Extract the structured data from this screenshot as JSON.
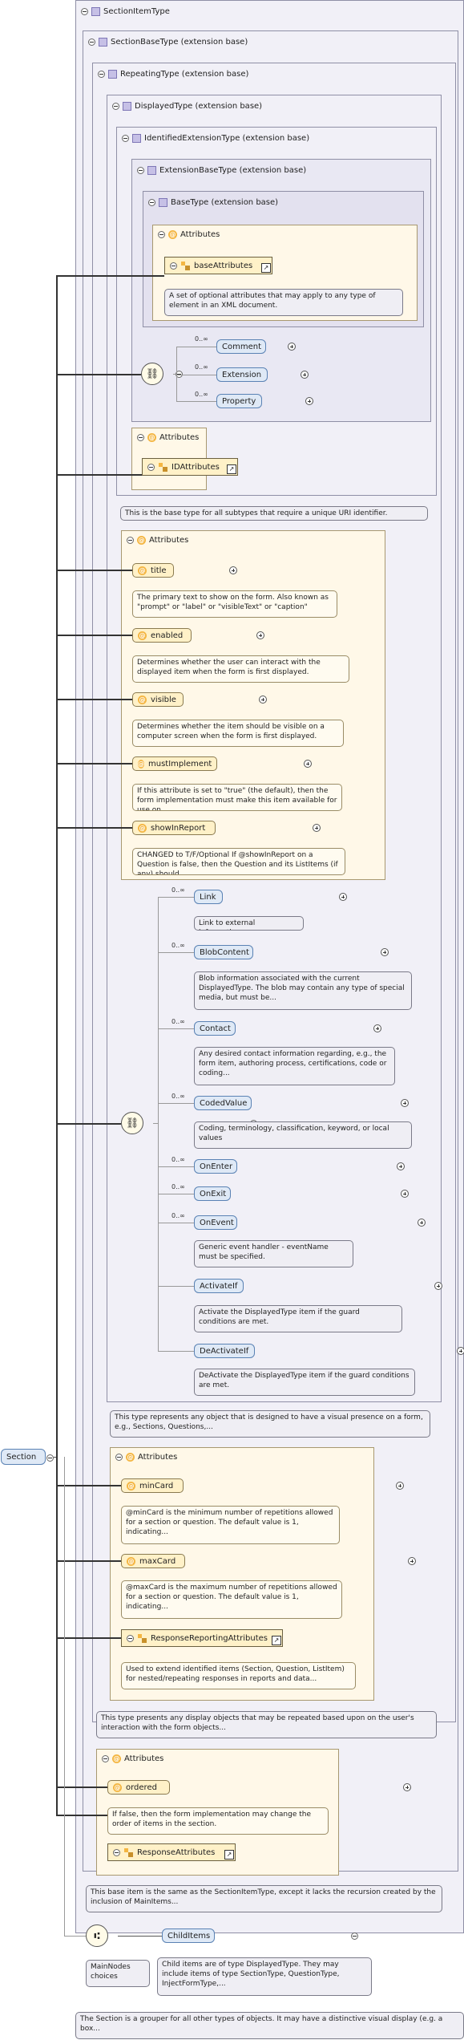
{
  "root": {
    "label": "Section"
  },
  "section_item_type": "SectionItemType",
  "section_base_type": "SectionBaseType (extension base)",
  "repeating_type": "RepeatingType (extension base)",
  "displayed_type": "DisplayedType (extension base)",
  "identified_extension_type": "IdentifiedExtensionType (extension base)",
  "extension_base_type": "ExtensionBaseType (extension base)",
  "base_type": "BaseType (extension base)",
  "attributes_label": "Attributes",
  "base_attributes": {
    "group": "baseAttributes",
    "note": "A set of optional attributes that may apply to any type of element in an XML document."
  },
  "extension_children": [
    {
      "card": "0..∞",
      "name": "Comment"
    },
    {
      "card": "0..∞",
      "name": "Extension"
    },
    {
      "card": "0..∞",
      "name": "Property"
    }
  ],
  "id_attributes": {
    "group": "IDAttributes"
  },
  "identified_note": "This is the base type for all subtypes that require a unique URI identifier.",
  "displayed_attrs": [
    {
      "name": "title",
      "note": "The primary text to show on the form. Also known as \"prompt\" or \"label\" or \"visibleText\" or \"caption\""
    },
    {
      "name": "enabled",
      "note": "Determines whether the user can interact with the displayed item when the form is first displayed."
    },
    {
      "name": "visible",
      "note": "Determines whether the item should be visible on a computer screen when the form is first displayed."
    },
    {
      "name": "mustImplement",
      "note": "If this attribute is set to \"true\" (the default), then the form implementation must make this item available for use on..."
    },
    {
      "name": "showInReport",
      "note": "CHANGED to T/F/Optional If @showInReport on a Question is false, then the Question and its ListItems (if any) should..."
    }
  ],
  "displayed_children": [
    {
      "card": "0..∞",
      "name": "Link",
      "note": "Link to external information."
    },
    {
      "card": "0..∞",
      "name": "BlobContent",
      "note": "Blob information associated with the current DisplayedType. The blob may contain any type of special media, but must be..."
    },
    {
      "card": "0..∞",
      "name": "Contact",
      "note": "Any desired contact information regarding, e.g., the form item, authoring process, certifications, code or coding..."
    },
    {
      "card": "0..∞",
      "name": "CodedValue",
      "note": "Coding, terminology, classification, keyword, or local values"
    },
    {
      "card": "0..∞",
      "name": "OnEnter",
      "note": ""
    },
    {
      "card": "0..∞",
      "name": "OnExit",
      "note": ""
    },
    {
      "card": "0..∞",
      "name": "OnEvent",
      "note": "Generic event handler - eventName must be specified."
    },
    {
      "card": "",
      "name": "ActivateIf",
      "note": "Activate the DisplayedType item if the guard conditions are met."
    },
    {
      "card": "",
      "name": "DeActivateIf",
      "note": "DeActivate the DisplayedType item if the guard conditions are met."
    }
  ],
  "displayed_note": "This type represents any object that is designed to have a visual presence on a form, e.g., Sections, Questions,...",
  "repeating_attrs": [
    {
      "name": "minCard",
      "note": "@minCard is the minimum number of repetitions allowed for a section or question. The default value is 1, indicating..."
    },
    {
      "name": "maxCard",
      "note": "@maxCard is the maximum number of repetitions allowed for a section or question. The default value is 1, indicating..."
    }
  ],
  "response_reporting": {
    "group": "ResponseReportingAttributes",
    "note": "Used to extend identified items (Section, Question, ListItem) for nested/repeating responses in reports and data..."
  },
  "repeating_note": "This type presents any display objects that may be repeated based upon on the user's interaction with the form objects...",
  "section_base_attr": {
    "name": "ordered",
    "note": "If false, then the form implementation may change the order of items in the section."
  },
  "response_attributes": {
    "group": "ResponseAttributes"
  },
  "section_base_note": "This base item is the same as the SectionItemType, except it lacks the recursion created by the inclusion of MainItems...",
  "main_nodes": {
    "choice_label": "MainNodes choices"
  },
  "child_items": {
    "name": "ChildItems",
    "note": "Child items are of type DisplayedType. They may include items of type SectionType, QuestionType, InjectFormType,..."
  },
  "section_note": "The Section is a grouper for all other types of objects. It may have a distinctive visual display (e.g. a box..."
}
